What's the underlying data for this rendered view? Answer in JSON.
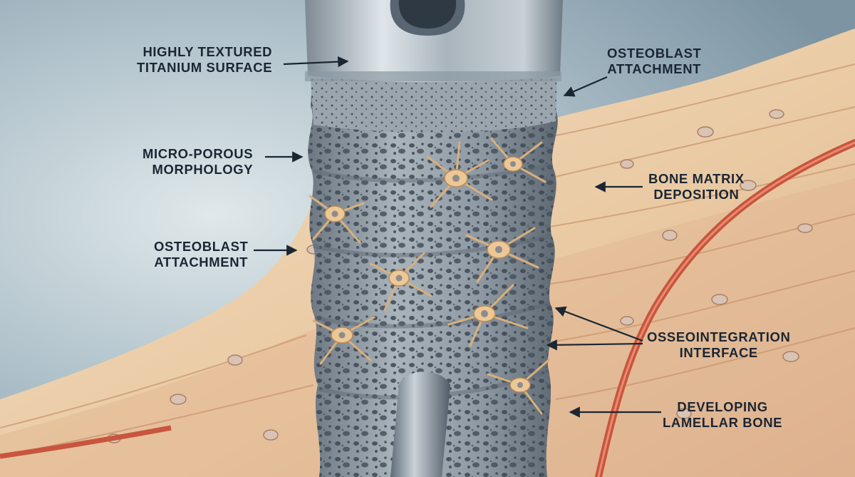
{
  "colors": {
    "background": "#8fa3b0",
    "titanium": "#b9c4cc",
    "porous_metal": "#8b96a0",
    "bone": "#ecd3b0",
    "bone_shadow": "#c98d66",
    "vessel": "#c8553d",
    "label_text": "#1b2633"
  },
  "labels": {
    "titanium_surface": [
      "HIGHLY TEXTURED",
      "TITANIUM SURFACE"
    ],
    "osteoblast_attachment_top": [
      "OSTEOBLAST",
      "ATTACHMENT"
    ],
    "micro_porous": [
      "MICRO-POROUS",
      "MORPHOLOGY"
    ],
    "bone_matrix": [
      "BONE MATRIX",
      "DEPOSITION"
    ],
    "osteoblast_attachment_left": [
      "OSTEOBLAST",
      "ATTACHMENT"
    ],
    "osseointegration": [
      "OSSEOINTEGRATION",
      "INTERFACE"
    ],
    "lamellar_bone": [
      "DEVELOPING",
      "LAMELLAR BONE"
    ]
  }
}
